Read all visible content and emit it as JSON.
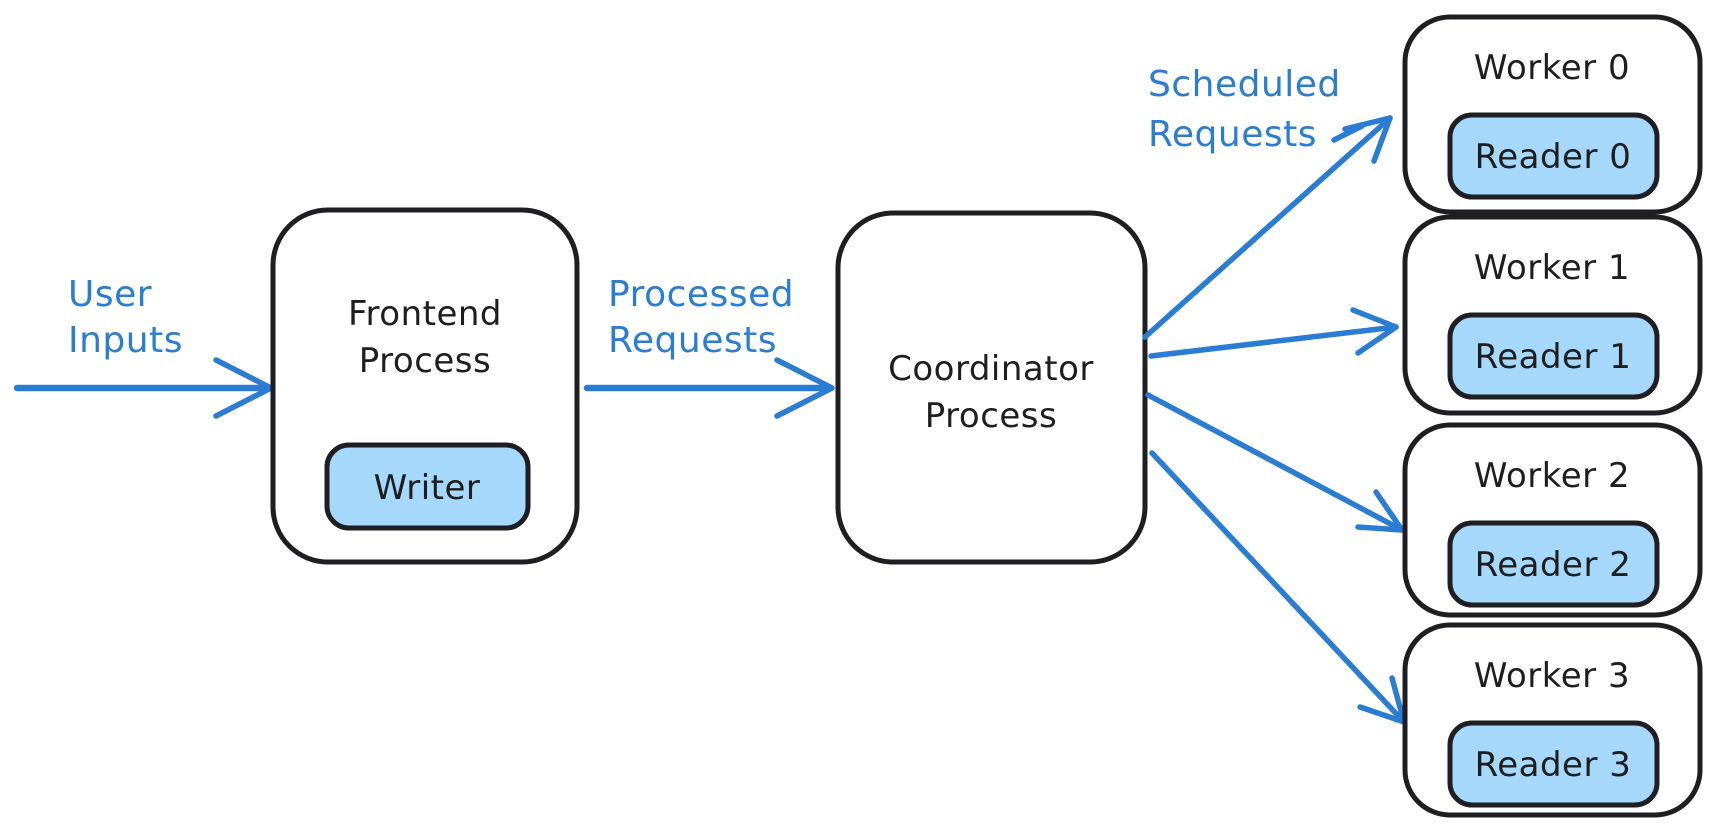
{
  "diagram": {
    "background": "#ffffff",
    "colors": {
      "node_stroke": "#1f1f23",
      "node_fill": "#ffffff",
      "accent_blue": "#2b7cd3",
      "inner_fill": "#a5d8fa",
      "text_dark": "#1e1e1e"
    },
    "labels": {
      "user_inputs": {
        "lines": [
          "User",
          "Inputs"
        ]
      },
      "processed_requests": {
        "lines": [
          "Processed",
          "Requests"
        ]
      },
      "scheduled_requests": {
        "lines": [
          "Scheduled",
          "Requests"
        ]
      }
    },
    "nodes": {
      "frontend": {
        "title_lines": [
          "Frontend",
          "Process"
        ],
        "inner_label": "Writer"
      },
      "coordinator": {
        "title_lines": [
          "Coordinator",
          "Process"
        ]
      },
      "workers": [
        {
          "title": "Worker 0",
          "inner_label": "Reader 0"
        },
        {
          "title": "Worker 1",
          "inner_label": "Reader 1"
        },
        {
          "title": "Worker 2",
          "inner_label": "Reader 2"
        },
        {
          "title": "Worker 3",
          "inner_label": "Reader 3"
        }
      ]
    }
  }
}
